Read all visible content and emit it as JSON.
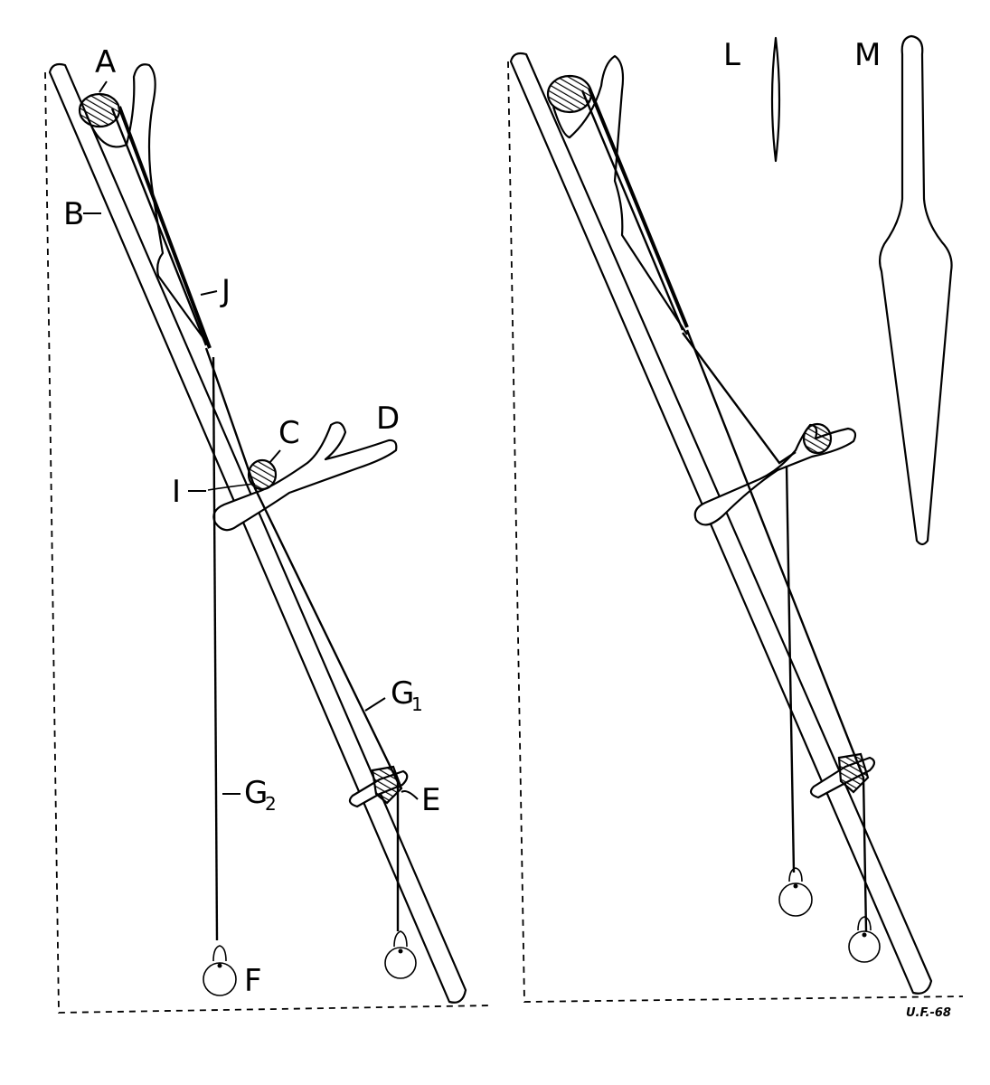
{
  "labels": {
    "A": "A",
    "B": "B",
    "C": "C",
    "D": "D",
    "E": "E",
    "F": "F",
    "G1": "G",
    "G1_sub": "1",
    "G2": "G",
    "G2_sub": "2",
    "I": "I",
    "J": "J",
    "L": "L",
    "M": "M"
  },
  "credit": "U.F.-68"
}
